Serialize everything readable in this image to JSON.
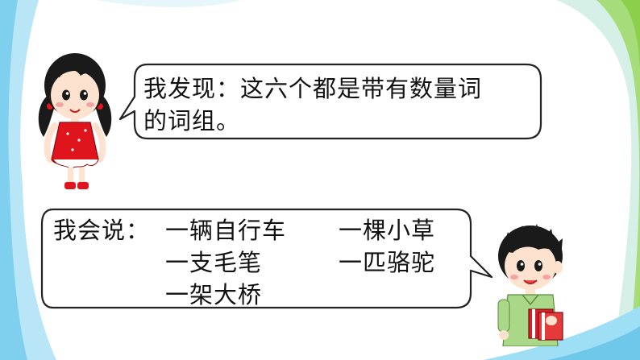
{
  "colors": {
    "stripe_blue": "#8fd6f2",
    "stripe_green": "#9ed25a",
    "stripe_light": "#eaf7fb",
    "bubble_border": "#222222",
    "dress_red": "#e0141c",
    "shirt_green": "#a8d888",
    "book_red": "#d8202a"
  },
  "girl_bubble": {
    "line1": "我发现：这六个都是带有数量词",
    "line2": "的词组。"
  },
  "boy_bubble": {
    "lead": "我会说：",
    "items": [
      "一辆自行车",
      "一棵小草",
      "一支毛笔",
      "一匹骆驼",
      "一架大桥"
    ]
  },
  "icons": {
    "girl": "girl-cartoon-icon",
    "boy": "boy-cartoon-icon"
  }
}
